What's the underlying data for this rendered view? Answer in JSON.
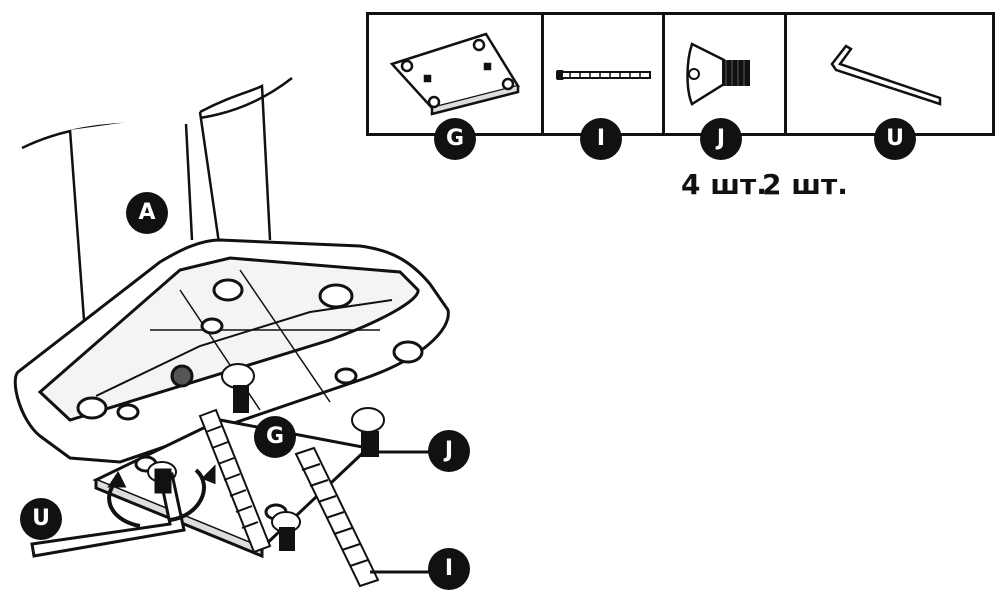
{
  "parts_table": {
    "cells": [
      {
        "label": "G",
        "icon": "mounting-plate-icon"
      },
      {
        "label": "I",
        "icon": "long-bolt-icon"
      },
      {
        "label": "J",
        "icon": "countersunk-screw-icon"
      },
      {
        "label": "U",
        "icon": "hex-key-icon"
      }
    ]
  },
  "quantities": {
    "j_qty": "4 шт.",
    "u_qty": "2 шт."
  },
  "diagram": {
    "leg_label": "A",
    "plate_label": "G",
    "screw_label": "J",
    "bolt_label": "I",
    "key_label": "U"
  },
  "colors": {
    "ink": "#111111",
    "paper": "#ffffff"
  }
}
